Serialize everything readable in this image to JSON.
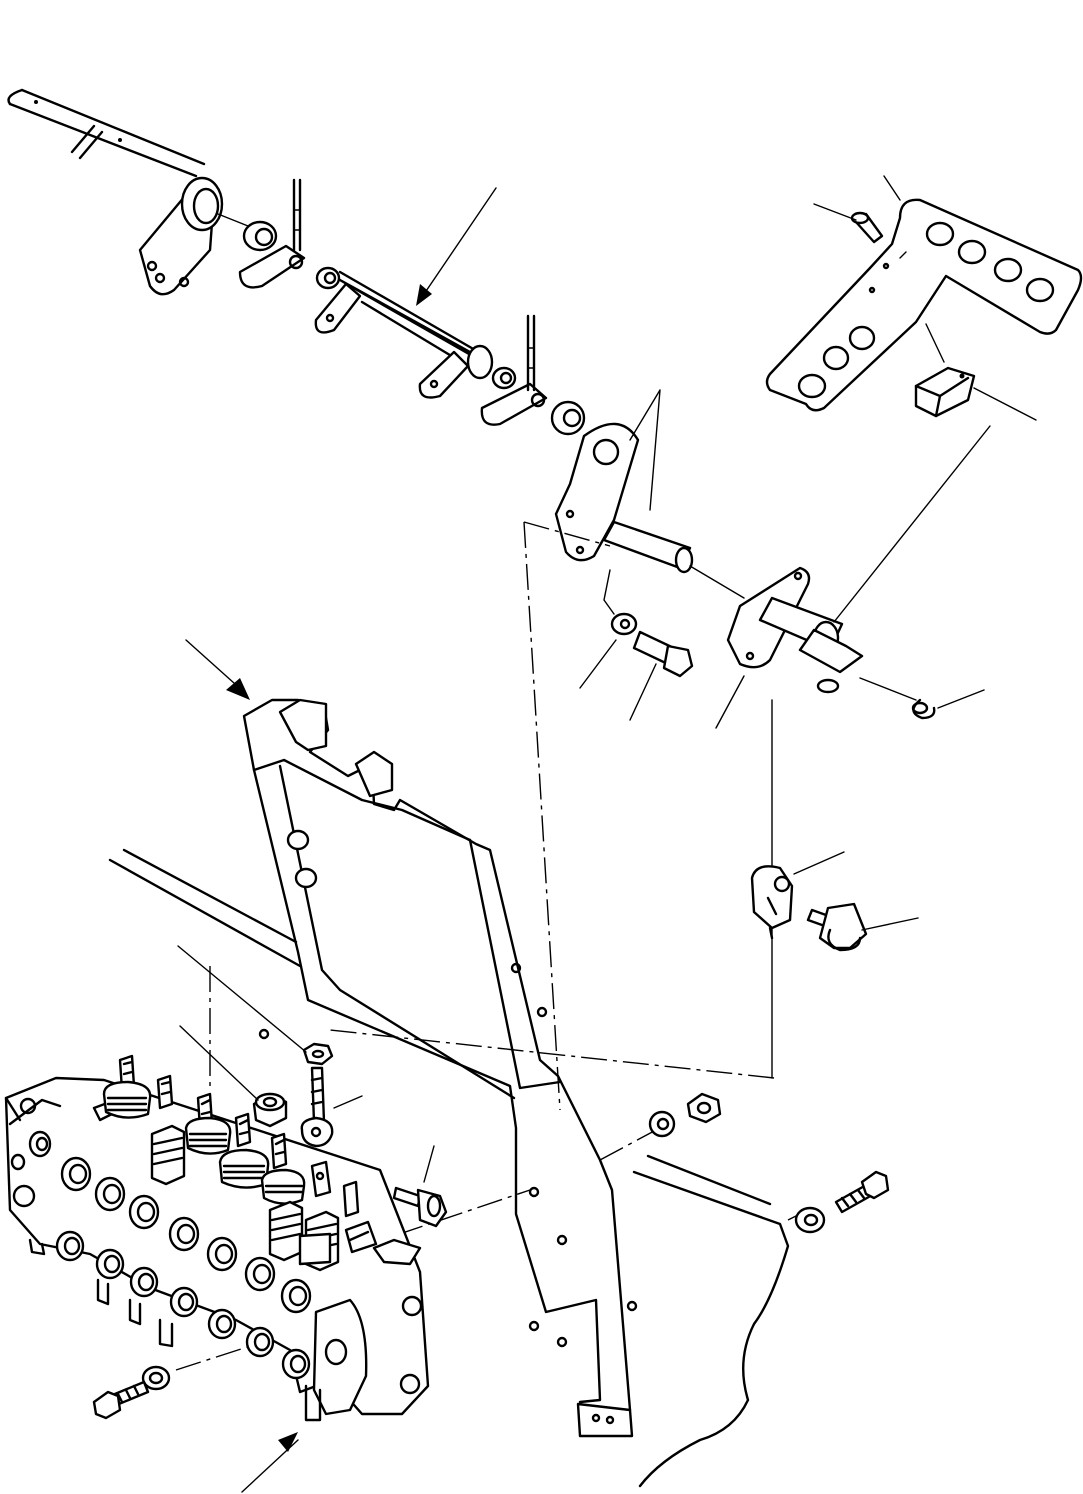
{
  "figure": {
    "background": "#ffffff",
    "line_color": "#000000"
  },
  "parts": [
    {
      "id": "rod-end",
      "icon": "rod-icon"
    },
    {
      "id": "upper-lever-plate",
      "icon": "lever-plate-icon"
    },
    {
      "id": "upper-bushings",
      "icon": "bushing-icon"
    },
    {
      "id": "upper-pins",
      "icon": "pin-icon"
    },
    {
      "id": "upper-shaft-tube",
      "icon": "shaft-tube-icon"
    },
    {
      "id": "pedal-plate",
      "icon": "pedal-icon"
    },
    {
      "id": "pedal-screw",
      "icon": "screw-icon"
    },
    {
      "id": "pedal-block",
      "icon": "block-icon"
    },
    {
      "id": "crank-arm-with-shaft",
      "icon": "crank-icon"
    },
    {
      "id": "washer-and-bolt",
      "icon": "bolt-icon"
    },
    {
      "id": "pivot-lever-arm",
      "icon": "lever-arm-icon"
    },
    {
      "id": "snap-ring",
      "icon": "snap-ring-icon"
    },
    {
      "id": "clevis-yoke",
      "icon": "clevis-icon"
    },
    {
      "id": "clevis-pin",
      "icon": "clevis-pin-icon"
    },
    {
      "id": "mounting-bracket",
      "icon": "bracket-icon"
    },
    {
      "id": "floor-panel-edge",
      "icon": "panel-icon"
    },
    {
      "id": "control-valve-block",
      "icon": "valve-block-icon"
    },
    {
      "id": "lock-nut",
      "icon": "nut-icon"
    },
    {
      "id": "spacer",
      "icon": "spacer-icon"
    },
    {
      "id": "rod-eye-bolt",
      "icon": "eye-bolt-icon"
    },
    {
      "id": "bracket-bolt",
      "icon": "bolt-icon"
    },
    {
      "id": "bracket-nut-washer",
      "icon": "nut-icon"
    },
    {
      "id": "frame-bolt-washer",
      "icon": "bolt-icon"
    },
    {
      "id": "valve-bolt-washer",
      "icon": "bolt-icon"
    }
  ]
}
